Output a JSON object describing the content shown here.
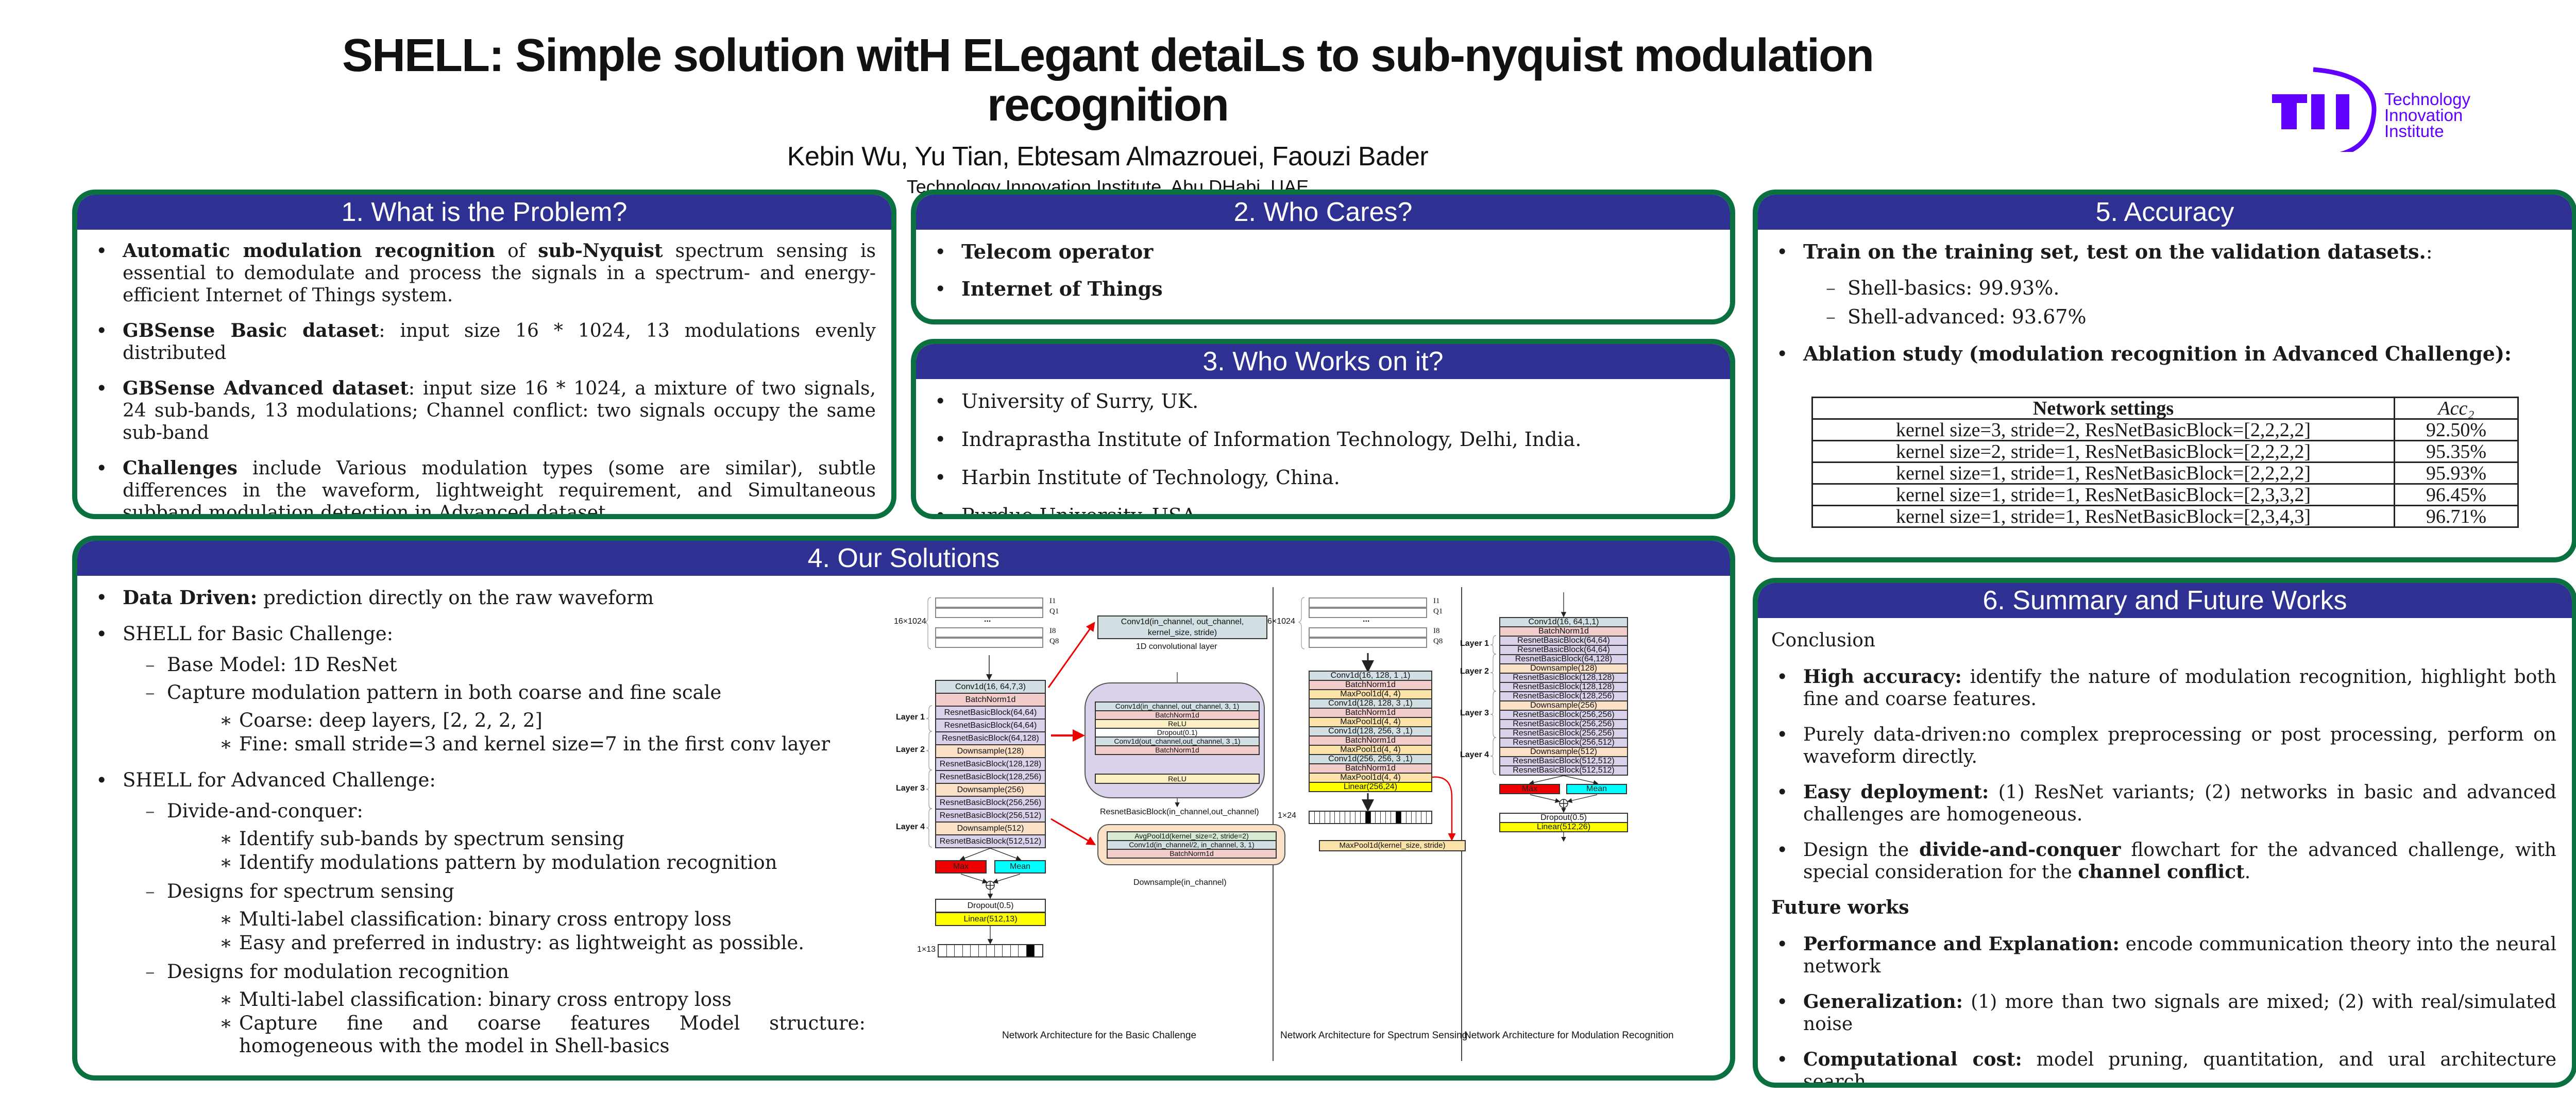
{
  "header": {
    "title_line1": "SHELL: Simple solution witH ELegant detaiLs to sub-nyquist modulation",
    "title_line2": "recognition",
    "authors": "Kebin Wu, Yu Tian, Ebtesam Almazrouei, Faouzi Bader",
    "affiliation": "Technology Innovation Institute, Abu DHabi, UAE",
    "logo": {
      "mark": "TII",
      "line1": "Technology",
      "line2": "Innovation",
      "line3": "Institute",
      "color": "#6200ff"
    }
  },
  "theme": {
    "panel_header": "#2e3092",
    "panel_border": "#0a7040"
  },
  "problem": {
    "title": "1. What is the Problem?",
    "items": [
      {
        "b1": "Automatic modulation recognition",
        "t1": " of ",
        "b2": "sub-Nyquist",
        "t2": " spectrum sensing is essential to demodulate and process the signals in a spectrum- and energy-efficient Internet of Things system."
      },
      {
        "b1": "GBSense Basic dataset",
        "t1": ": input size 16 * 1024, 13 modulations evenly distributed"
      },
      {
        "b1": "GBSense Advanced dataset",
        "t1": ": input size 16 * 1024, a mixture of two signals, 24 sub-bands, 13 modulations; Channel conflict: two signals occupy the same sub-band"
      },
      {
        "b1": "Challenges",
        "t1": " include Various modulation types (some are similar), subtle differences in the waveform, lightweight requirement, and Simultaneous subband  modulation detection in Advanced dataset."
      }
    ]
  },
  "cares": {
    "title": "2. Who Cares?",
    "items": [
      "Telecom operator",
      "Internet of Things"
    ]
  },
  "works": {
    "title": "3. Who Works on it?",
    "items": [
      "University of Surry, UK.",
      "Indraprastha Institute of Information Technology, Delhi, India.",
      "Harbin Institute of Technology, China.",
      "Purdue University, USA."
    ]
  },
  "solutions": {
    "title": "4. Our Solutions",
    "data_driven_bold": "Data Driven:",
    "data_driven_text": " prediction directly on the raw waveform",
    "basic": {
      "label": "SHELL for Basic Challenge:",
      "base_model": "Base Model: 1D ResNet",
      "capture": "Capture modulation pattern in both coarse and fine scale",
      "coarse": "Coarse: deep layers, [2, 2, 2, 2]",
      "fine": "Fine: small stride=3 and kernel size=7 in the first conv layer"
    },
    "advanced": {
      "label": "SHELL for Advanced Challenge:",
      "dac": "Divide-and-conquer:",
      "dac_items": [
        "Identify sub-bands by spectrum sensing",
        "Identify modulations pattern by modulation recognition"
      ],
      "ss": "Designs for spectrum sensing",
      "ss_items": [
        "Multi-label classification: binary cross entropy loss",
        "Easy and preferred in industry: as lightweight as possible."
      ],
      "mr": "Designs for modulation recognition",
      "mr_items": [
        "Multi-label classification: binary cross entropy loss",
        "Capture fine and coarse features Model structure:  homogeneous with the model in Shell-basics"
      ]
    }
  },
  "diagrams": {
    "basic": {
      "input_size": "16×1024",
      "channels": [
        "I1",
        "Q1",
        "I8",
        "Q8"
      ],
      "ellipsis": "...",
      "stack": [
        {
          "text": "Conv1d(16, 64,7,3)",
          "kind": "conv"
        },
        {
          "text": "BatchNorm1d",
          "kind": "bn"
        },
        {
          "text": "ResnetBasicBlock(64,64)",
          "kind": "res"
        },
        {
          "text": "ResnetBasicBlock(64,64)",
          "kind": "res"
        },
        {
          "text": "ResnetBasicBlock(64,128)",
          "kind": "res"
        },
        {
          "text": "Downsample(128)",
          "kind": "down"
        },
        {
          "text": "ResnetBasicBlock(128,128)",
          "kind": "res"
        },
        {
          "text": "ResnetBasicBlock(128,256)",
          "kind": "res"
        },
        {
          "text": "Downsample(256)",
          "kind": "down"
        },
        {
          "text": "ResnetBasicBlock(256,256)",
          "kind": "res"
        },
        {
          "text": "ResnetBasicBlock(256,512)",
          "kind": "res"
        },
        {
          "text": "Downsample(512)",
          "kind": "down"
        },
        {
          "text": "ResnetBasicBlock(512,512)",
          "kind": "res"
        }
      ],
      "layers": [
        "Layer 1",
        "Layer 2",
        "Layer 3",
        "Layer 4"
      ],
      "max": "Max",
      "mean": "Mean",
      "dropout": "Dropout(0.5)",
      "linear": "Linear(512,13)",
      "output_size": "1×13",
      "output_cells": 13,
      "output_active": [
        11
      ],
      "conv_def": [
        "Conv1d(in_channel, out_channel,",
        "kernel_size, stride)"
      ],
      "conv_caption": "1D convolutional layer",
      "resblock": [
        "Conv1d(in_channel, out_channel, 3, 1)",
        "BatchNorm1d",
        "ReLU",
        "Dropout(0.1)",
        "Conv1d(out_channel,out_channel, 3 ,1)",
        "BatchNorm1d"
      ],
      "resblock_relu": "ReLU",
      "resblock_caption": "ResnetBasicBlock(in_channel,out_channel)",
      "downsample": [
        "AvgPool1d(kernel_size=2, stride=2)",
        "Conv1d(in_channel/2, in_channel, 3, 1)",
        "BatchNorm1d"
      ],
      "downsample_caption": "Downsample(in_channel)",
      "caption": "Network Architecture for the Basic Challenge"
    },
    "spectrum": {
      "input_size": "6×1024",
      "channels": [
        "I1",
        "Q1",
        "I8",
        "Q8"
      ],
      "ellipsis": "...",
      "stack": [
        {
          "text": "Conv1d(16, 128, 1 ,1)",
          "kind": "conv"
        },
        {
          "text": "BatchNorm1d",
          "kind": "bn"
        },
        {
          "text": "MaxPool1d(4, 4)",
          "kind": "pool"
        },
        {
          "text": "Conv1d(128, 128, 3 ,1)",
          "kind": "conv"
        },
        {
          "text": "BatchNorm1d",
          "kind": "bn"
        },
        {
          "text": "MaxPool1d(4, 4)",
          "kind": "pool"
        },
        {
          "text": "Conv1d(128, 256, 3 ,1)",
          "kind": "conv"
        },
        {
          "text": "BatchNorm1d",
          "kind": "bn"
        },
        {
          "text": "MaxPool1d(4, 4)",
          "kind": "pool"
        },
        {
          "text": "Conv1d(256, 256, 3 ,1)",
          "kind": "conv"
        },
        {
          "text": "BatchNorm1d",
          "kind": "bn"
        },
        {
          "text": "MaxPool1d(4, 4)",
          "kind": "pool"
        },
        {
          "text": "Linear(256,24)",
          "kind": "lin"
        }
      ],
      "output_size": "1×24",
      "output_cells": 24,
      "output_active": [
        11,
        17
      ],
      "pool_def": "MaxPool1d(kernel_size, stride)",
      "caption": "Network Architecture for Spectrum Sensing"
    },
    "modulation": {
      "stack": [
        {
          "text": "Conv1d(16, 64,1,1)",
          "kind": "conv"
        },
        {
          "text": "BatchNorm1d",
          "kind": "bn"
        },
        {
          "text": "ResnetBasicBlock(64,64)",
          "kind": "res"
        },
        {
          "text": "ResnetBasicBlock(64,64)",
          "kind": "res"
        },
        {
          "text": "ResnetBasicBlock(64,128)",
          "kind": "res"
        },
        {
          "text": "Downsample(128)",
          "kind": "down"
        },
        {
          "text": "ResnetBasicBlock(128,128)",
          "kind": "res"
        },
        {
          "text": "ResnetBasicBlock(128,128)",
          "kind": "res"
        },
        {
          "text": "ResnetBasicBlock(128,256)",
          "kind": "res"
        },
        {
          "text": "Downsample(256)",
          "kind": "down"
        },
        {
          "text": "ResnetBasicBlock(256,256)",
          "kind": "res"
        },
        {
          "text": "ResnetBasicBlock(256,256)",
          "kind": "res"
        },
        {
          "text": "ResnetBasicBlock(256,256)",
          "kind": "res"
        },
        {
          "text": "ResnetBasicBlock(256,512)",
          "kind": "res"
        },
        {
          "text": "Downsample(512)",
          "kind": "down"
        },
        {
          "text": "ResnetBasicBlock(512,512)",
          "kind": "res"
        },
        {
          "text": "ResnetBasicBlock(512,512)",
          "kind": "res"
        }
      ],
      "layers": [
        "Layer 1",
        "Layer 2",
        "Layer 3",
        "Layer 4"
      ],
      "max": "Max",
      "mean": "Mean",
      "dropout": "Dropout(0.5)",
      "linear": "Linear(512,26)",
      "caption": "Network Architecture for Modulation Recognition"
    }
  },
  "accuracy": {
    "title": "5. Accuracy",
    "train_text": "Train on the training set, test on the validation datasets.",
    "train_suffix": ":",
    "results": [
      "Shell-basics: 99.93%.",
      "Shell-advanced: 93.67%"
    ],
    "ablation": "Ablation study (modulation recognition in Advanced Challenge):",
    "table": {
      "headers": [
        "Network settings",
        "Acc₂"
      ],
      "rows": [
        [
          "kernel size=3, stride=2, ResNetBasicBlock=[2,2,2,2]",
          "92.50%"
        ],
        [
          "kernel size=2, stride=1, ResNetBasicBlock=[2,2,2,2]",
          "95.35%"
        ],
        [
          "kernel size=1, stride=1, ResNetBasicBlock=[2,2,2,2]",
          "95.93%"
        ],
        [
          "kernel size=1, stride=1, ResNetBasicBlock=[2,3,3,2]",
          "96.45%"
        ],
        [
          "kernel size=1, stride=1, ResNetBasicBlock=[2,3,4,3]",
          "96.71%"
        ]
      ]
    }
  },
  "summary": {
    "title": "6. Summary and Future Works",
    "conclusion_label": "Conclusion",
    "conclusion": [
      {
        "b1": "High accuracy:",
        "t1": " identify the nature of modulation recognition, highlight both fine and coarse features."
      },
      {
        "t0": "Purely data-driven:no complex preprocessing or post processing, perform on waveform directly."
      },
      {
        "b1": "Easy deployment:",
        "t1": " (1) ResNet variants; (2) networks in basic and advanced challenges are homogeneous."
      },
      {
        "t0": "Design the ",
        "b1": "divide-and-conquer",
        "t1": " flowchart for the advanced challenge, with special consideration for the ",
        "b2": "channel conflict",
        "t2": "."
      }
    ],
    "future_label": "Future works",
    "future": [
      {
        "b1": "Performance and Explanation:",
        "t1": " encode communication theory into the neural network"
      },
      {
        "b1": "Generalization:",
        "t1": " (1) more than two signals are mixed; (2) with real/simulated noise"
      },
      {
        "b1": "Computational cost:",
        "t1": " model pruning, quantitation, and ural architecture search"
      }
    ]
  }
}
